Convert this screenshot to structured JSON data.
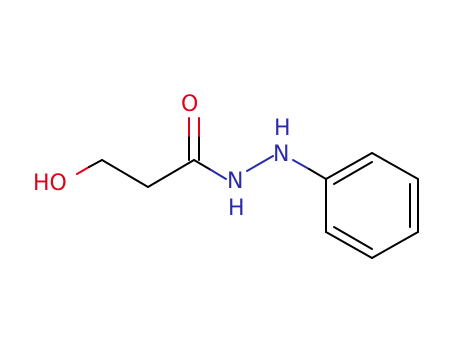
{
  "molecule": {
    "atoms": {
      "hydroxyl_oxygen": {
        "symbol": "HO",
        "color": "#e0001a"
      },
      "carbonyl_oxygen": {
        "symbol": "O",
        "color": "#e0001a"
      },
      "amide_nitrogen_n": {
        "symbol": "N",
        "color": "#2b2ba8"
      },
      "amide_nitrogen_h": {
        "symbol": "H",
        "color": "#2b2ba8"
      },
      "hydrazine_nitrogen_n": {
        "symbol": "N",
        "color": "#2b2ba8"
      },
      "hydrazine_nitrogen_h": {
        "symbol": "H",
        "color": "#2b2ba8"
      }
    },
    "colors": {
      "oxygen": "#e0001a",
      "nitrogen": "#2b2ba8",
      "bond": "#000000",
      "background": "#ffffff"
    }
  }
}
